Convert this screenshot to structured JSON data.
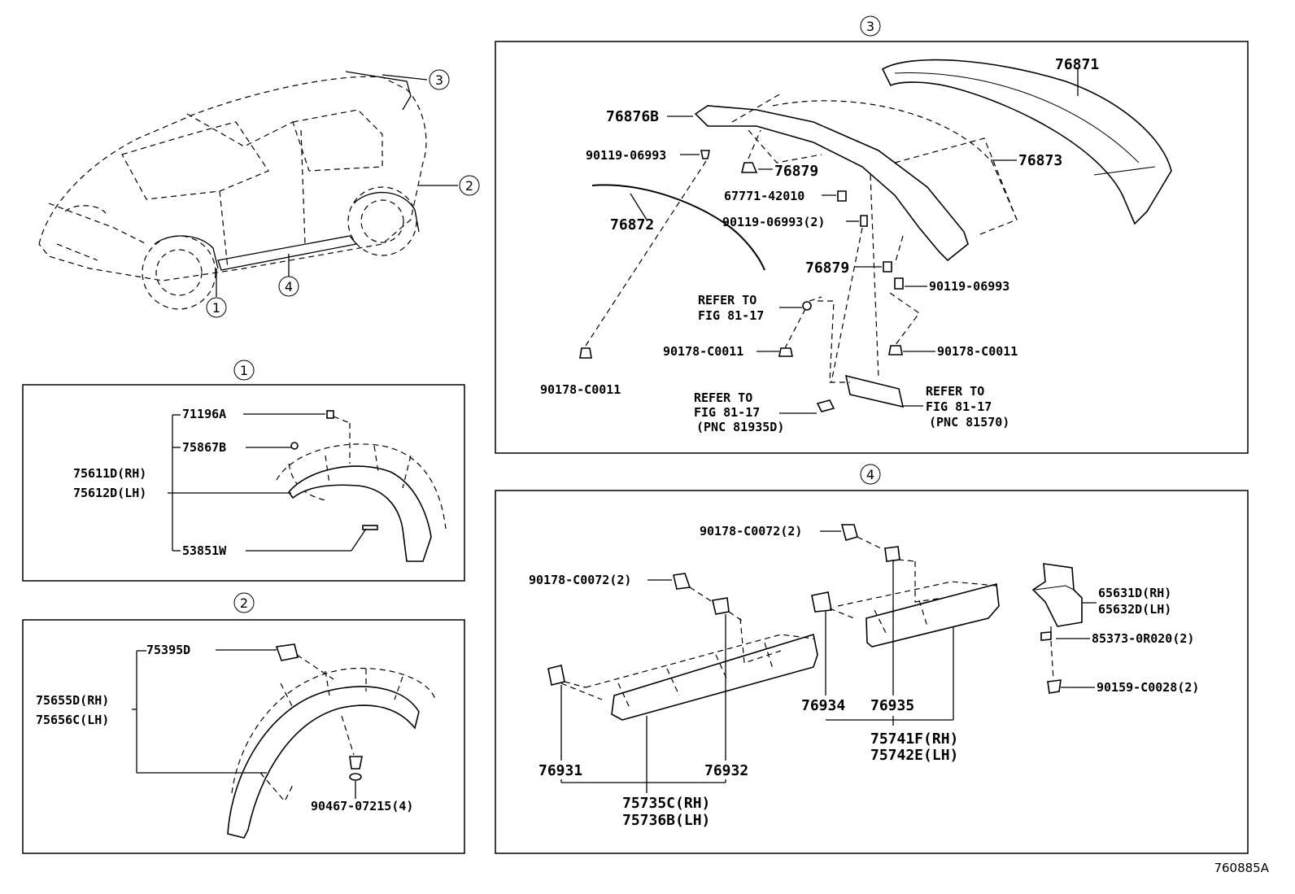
{
  "diagram_code": "760885A",
  "callouts": {
    "one": "1",
    "two": "2",
    "three": "3",
    "four": "4"
  },
  "panel1": {
    "label_a": "71196A",
    "label_b": "75867B",
    "label_c_rh": "75611D(RH)",
    "label_c_lh": "75612D(LH)",
    "label_d": "53851W"
  },
  "panel2": {
    "label_a": "75395D",
    "label_b_rh": "75655D(RH)",
    "label_b_lh": "75656C(LH)",
    "label_c": "90467-07215(4)"
  },
  "panel3": {
    "spoiler": "76871",
    "bracket": "76876B",
    "clip_a": "90119-06993",
    "clip_b": "76879",
    "seal": "76873",
    "retainer": "67771-42010",
    "clip_c": "90119-06993(2)",
    "weatherstrip": "76872",
    "clip_d": "76879",
    "clip_e": "90119-06993",
    "refer1_a": "REFER TO",
    "refer1_b": "FIG 81-17",
    "nut_a": "90178-C0011",
    "nut_b": "90178-C0011",
    "nut_c": "90178-C0011",
    "refer2_a": "REFER TO",
    "refer2_b": "FIG 81-17",
    "refer2_c": "(PNC 81935D)",
    "refer3_a": "REFER TO",
    "refer3_b": "FIG 81-17",
    "refer3_c": "(PNC 81570)"
  },
  "panel4": {
    "nut_a": "90178-C0072(2)",
    "nut_b": "90178-C0072(2)",
    "flap_rh": "65631D(RH)",
    "flap_lh": "65632D(LH)",
    "clip_a": "85373-0R020(2)",
    "screw": "90159-C0028(2)",
    "clip_931": "76931",
    "clip_932": "76932",
    "mould_front_rh": "75735C(RH)",
    "mould_front_lh": "75736B(LH)",
    "clip_934": "76934",
    "clip_935": "76935",
    "mould_rear_rh": "75741F(RH)",
    "mould_rear_lh": "75742E(LH)"
  }
}
